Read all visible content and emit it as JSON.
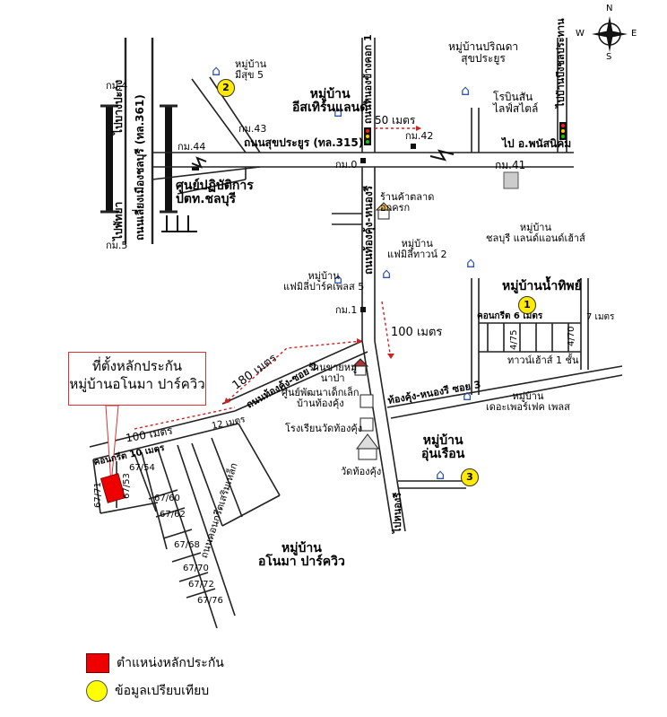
{
  "compass": {
    "n": "N",
    "s": "S",
    "e": "E",
    "w": "W"
  },
  "roads": {
    "bangkok": "ไปบางปะกง",
    "bypass": "ถนนเลี่ยงเมืองชลบุรี (ทล.361)",
    "pattaya": "ไปพัทยา",
    "sukhumvit": "ถนนสุขประยูร (ทล.315)",
    "nong_khang_khok": "ถนนหนองข้างคอก 1",
    "phanat": "ไป อ.พนัสนิคม",
    "bangsaen": "ไปบ้านบึงชลประทาน",
    "thong_khung_road": "ถนนท้องคุ้ง-หนองรี",
    "thong_khung_soi3": "ท้องคุ้ง-หนองรี ซอย 3",
    "thong_khung_180": "ถนนท้องคุ้ง-ซอย 2",
    "to_nong_ri": "ไปหนองรี"
  },
  "km": {
    "k4": "กม.4",
    "k5": "กม.5",
    "k43": "กม.43",
    "k44": "กม.44",
    "k0": "กม.0",
    "k42": "กม.42",
    "k41": "กม.41",
    "k1": "กม.1"
  },
  "distances": {
    "d50": "50 เมตร",
    "d100a": "100 เมตร",
    "d180": "180 เมตร",
    "d100b": "100 เมตร"
  },
  "places": {
    "mi_suk": "หมู่บ้าน\nมีสุข 5",
    "eastern_land": "หมู่บ้าน\nอีสเทิร์นแลนด์",
    "parinda": "หมู่บ้านปริณดา\nสุขประยูร",
    "robinson": "โรบินสัน\nไลฟ์สไตล์",
    "ptt": "ศูนย์ปฏิบัติการ\nปตท.ชลบุรี",
    "market": "ร้านค้าตลาด\nอกครก",
    "family_town2": "หมู่บ้าน\nแฟมิลี่ทาวน์ 2",
    "family_park5": "หมู่บ้าน\nแฟมิลี่ปาร์คเพลส 5",
    "chonburi_land": "หมู่บ้าน\nชลบุรี แลนด์แอนด์เฮ้าส์",
    "nam_thip": "หมู่บ้านน้ำทิพย์",
    "condo_strip": "คอนกรีต 6 เมตร",
    "lane_7m": "7 เมตร",
    "townhouse": "ทาวน์เฮ้าส์ 1 ชั้น",
    "pork_shop": "ร้านขายหมู\nนาป่า",
    "child_center": "ศูนย์พัฒนาเด็กเล็ก\nบ้านท้องคุ้ง",
    "school": "โรงเรียนวัดท้องคุ้ง",
    "temple": "วัดท้องคุ้ง",
    "the_perfect": "หมู่บ้าน\nเดอะเพอร์เฟค เพลส",
    "un_ruean": "หมู่บ้าน\nอุ่นเรือน",
    "onuma": "หมู่บ้าน\nอโนมา ปาร์ควิว",
    "onuma_road": "คอนกรีต 10 เมตร",
    "onuma_lane": "12 เมตร",
    "onuma_vert": "ถนนคอนกรีตเสริมเหล็ก"
  },
  "plots": {
    "p71": "67/71",
    "p54": "67/54",
    "p53": "67/53",
    "p60": "67/60",
    "p62": "67/62",
    "p68": "67/68",
    "p70": "67/70",
    "p72": "67/72",
    "p76": "67/76",
    "p475": "4/75",
    "p470": "4/70"
  },
  "callout": "ที่ตั้งหลักประกัน\nหมู่บ้านอโนมา ปาร์ควิว",
  "markers": {
    "m1": "1",
    "m2": "2",
    "m3": "3"
  },
  "legend": {
    "collateral": "ตำแหน่งหลักประกัน",
    "comparison": "ข้อมูลเปรียบเทียบ"
  },
  "colors": {
    "collateral": "#e00000",
    "comparison": "#ffff00",
    "house": "#3355aa",
    "arrow": "#cc2222"
  }
}
